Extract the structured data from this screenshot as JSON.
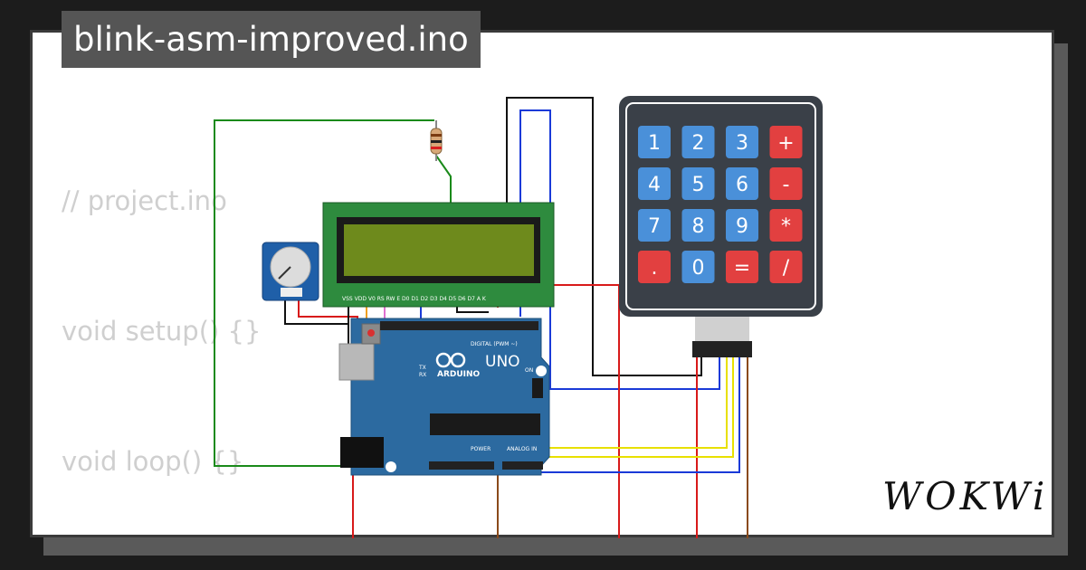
{
  "title": "blink-asm-improved.ino",
  "code_lines": [
    "// project.ino",
    "void setup() {}",
    "void loop() {}"
  ],
  "brand": "WOKWi",
  "arduino": {
    "brand_label": "ARDUINO",
    "model_label": "UNO",
    "on_label": "ON",
    "digital_label": "DIGITAL (PWM ~)",
    "power_label": "POWER",
    "analog_label": "ANALOG IN",
    "tx_label": "TX",
    "rx_label": "RX"
  },
  "lcd": {
    "pin_labels": "VSS VDD V0 RS RW E D0 D1 D2 D3 D4 D5 D6 D7 A K"
  },
  "keypad": {
    "keys": [
      {
        "label": "1",
        "kind": "num"
      },
      {
        "label": "2",
        "kind": "num"
      },
      {
        "label": "3",
        "kind": "num"
      },
      {
        "label": "+",
        "kind": "op"
      },
      {
        "label": "4",
        "kind": "num"
      },
      {
        "label": "5",
        "kind": "num"
      },
      {
        "label": "6",
        "kind": "num"
      },
      {
        "label": "-",
        "kind": "op"
      },
      {
        "label": "7",
        "kind": "num"
      },
      {
        "label": "8",
        "kind": "num"
      },
      {
        "label": "9",
        "kind": "num"
      },
      {
        "label": "*",
        "kind": "op"
      },
      {
        "label": ".",
        "kind": "op"
      },
      {
        "label": "0",
        "kind": "num"
      },
      {
        "label": "=",
        "kind": "op"
      },
      {
        "label": "/",
        "kind": "op"
      }
    ]
  },
  "colors": {
    "num_key": "#4a90d9",
    "op_key": "#e24040",
    "board": "#2c6aa0",
    "lcd_pcb": "#2e8b3e",
    "lcd_screen": "#6e8a1c"
  }
}
